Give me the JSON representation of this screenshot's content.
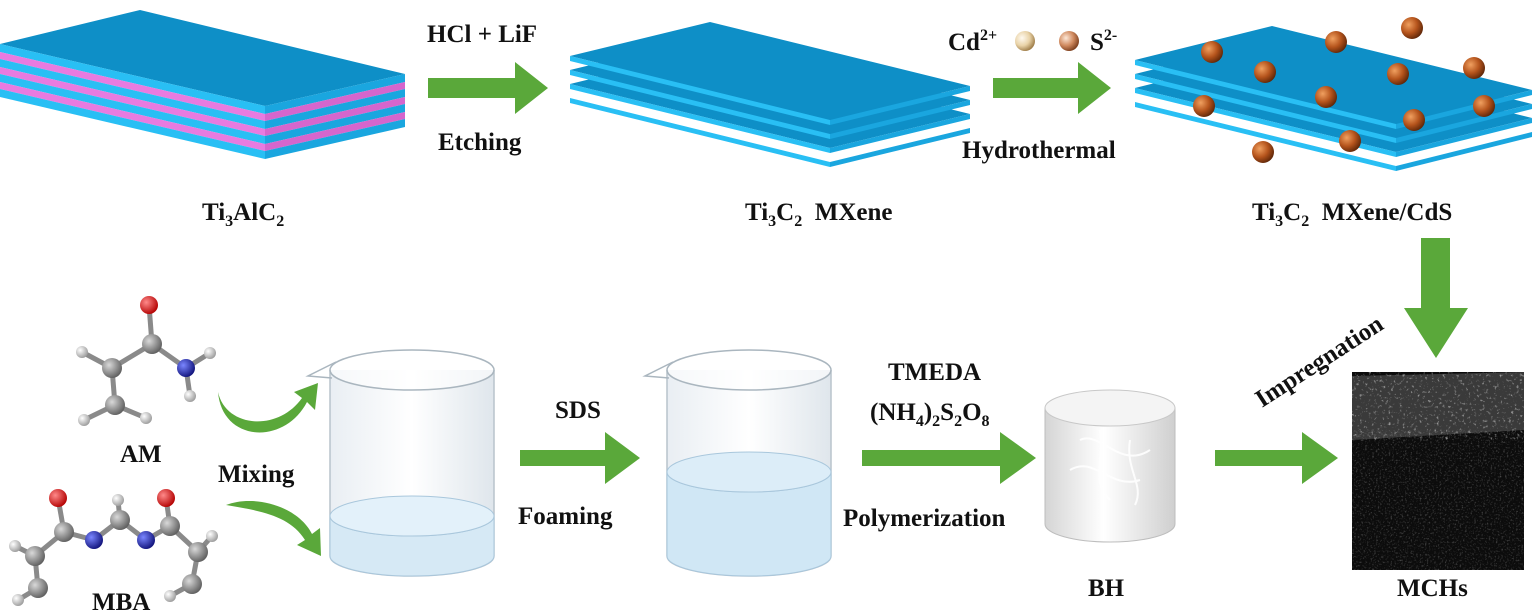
{
  "colors": {
    "sheet": "#0e8fc7",
    "sheet_edge": "#22b6ef",
    "al_layer": "#e87be0",
    "arrow": "#5aa83a",
    "cds_particle": "#b5541c"
  },
  "materials": {
    "ti3alc2": {
      "main": "Ti",
      "sub1": "3",
      "mid": "AlC",
      "sub2": "2"
    },
    "ti3c2": {
      "main": "Ti",
      "sub1": "3",
      "mid": "C",
      "sub2": "2",
      "rest": "  MXene"
    },
    "ti3c2_cds": {
      "main": "Ti",
      "sub1": "3",
      "mid": "C",
      "sub2": "2",
      "rest": "  MXene/CdS"
    }
  },
  "steps": {
    "etching": {
      "reagent": "HCl + LiF",
      "process": "Etching"
    },
    "hydrothermal": {
      "ion1": "Cd",
      "ion1_charge": "2+",
      "ion2": "S",
      "ion2_charge": "2-",
      "process": "Hydrothermal"
    },
    "impregnation": "Impregnation",
    "mixing": "Mixing",
    "foaming": {
      "reagent": "SDS",
      "process": "Foaming"
    },
    "polymerization": {
      "reagent1": "TMEDA",
      "r2_a": "(NH",
      "r2_s1": "4",
      "r2_b": ")",
      "r2_s2": "2",
      "r2_c": "S",
      "r2_s3": "2",
      "r2_d": "O",
      "r2_s4": "8",
      "process": "Polymerization"
    }
  },
  "molecules": {
    "am": "AM",
    "mba": "MBA"
  },
  "products": {
    "bh": "BH",
    "mchs": "MCHs"
  }
}
